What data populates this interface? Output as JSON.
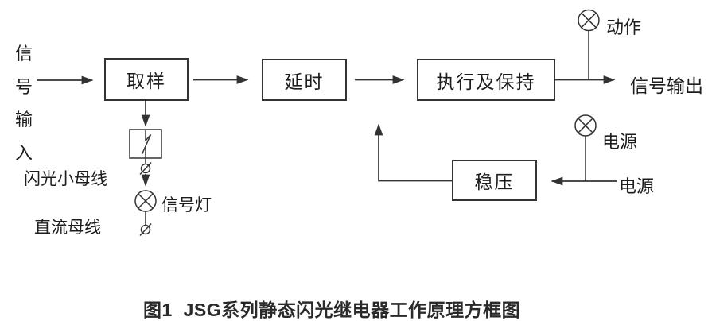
{
  "colors": {
    "background": "#ffffff",
    "line": "#333333",
    "text": "#1d1d1d"
  },
  "diagram": {
    "input": {
      "chars": [
        "信",
        "号",
        "输",
        "入"
      ]
    },
    "boxes": {
      "sampling": "取样",
      "delay": "延时",
      "execute_hold": "执行及保持",
      "regulator": "稳压"
    },
    "lamp_labels": {
      "action": "动作",
      "power": "电源",
      "signal": "信号灯"
    },
    "labels": {
      "signal_output": "信号输出",
      "power_source": "电源",
      "flash_bus": "闪光小母线",
      "dc_bus": "直流母线"
    },
    "icons": {
      "lamp": "circle-x-indicator-lamp",
      "terminal": "slashed-terminal",
      "switch": "relay-contact"
    },
    "caption": "图1  JSG系列静态闪光继电器工作原理方框图"
  }
}
